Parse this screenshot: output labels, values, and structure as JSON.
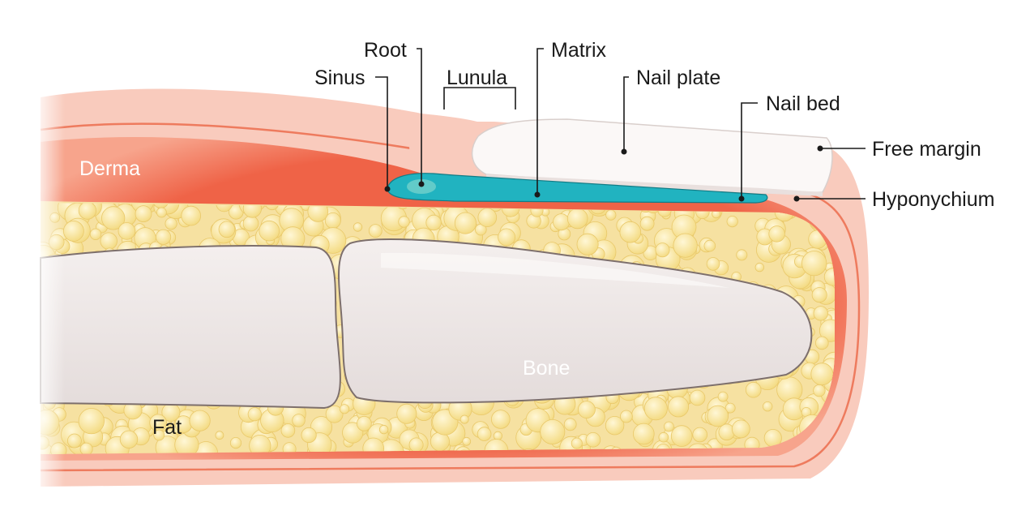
{
  "labels": {
    "root": "Root",
    "sinus": "Sinus",
    "lunula": "Lunula",
    "matrix": "Matrix",
    "nail_plate": "Nail plate",
    "nail_bed": "Nail bed",
    "free_margin": "Free margin",
    "hyponychium": "Hyponychium",
    "derma": "Derma",
    "bone": "Bone",
    "fat": "Fat"
  },
  "colors": {
    "skin_outer": "#f9c8bb",
    "derma": "#ef6a4e",
    "fat": "#f6e39a",
    "bone": "#ece6e5",
    "nail_plate": "#fbf8f7",
    "matrix": "#20aebb"
  }
}
